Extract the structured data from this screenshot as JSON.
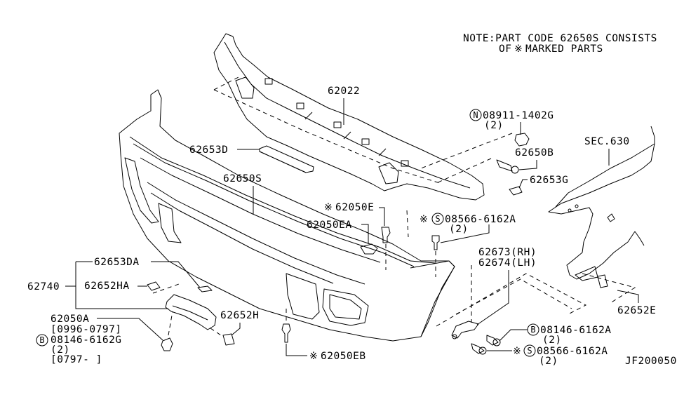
{
  "diagram": {
    "type": "exploded-parts-diagram",
    "diagram_code": "JF200050",
    "note": {
      "line1": "NOTE:PART CODE 62650S CONSISTS",
      "line2_prefix": "OF",
      "line2_mark": "※",
      "line2_suffix": "MARKED PARTS"
    },
    "symbols": {
      "kit_mark": "※",
      "N": "N",
      "S": "S",
      "B": "B"
    },
    "labels": {
      "p62022": "62022",
      "p62653D": "62653D",
      "p62650S": "62650S",
      "p08911": "08911-1402G",
      "p08911_qty": "(2)",
      "p62650B": "62650B",
      "p62653G": "62653G",
      "sec630": "SEC.630",
      "p62050E": "62050E",
      "p62050EA": "62050EA",
      "p08566_top": "08566-6162A",
      "p08566_top_qty": "(2)",
      "p62673": "62673(RH)",
      "p62674": "62674(LH)",
      "p62652E": "62652E",
      "p08146A": "08146-6162A",
      "p08146A_qty": "(2)",
      "p08566_bot": "08566-6162A",
      "p08566_bot_qty": "(2)",
      "p62653DA": "62653DA",
      "p62740": "62740",
      "p62652HA": "62652HA",
      "p62050A": "62050A",
      "p62050A_range": "[0996-0797]",
      "p08146G": "08146-6162G",
      "p08146G_qty": "(2)",
      "p08146G_range": "[0797-     ]",
      "p62652H": "62652H",
      "p62050EB": "62050EB"
    }
  }
}
